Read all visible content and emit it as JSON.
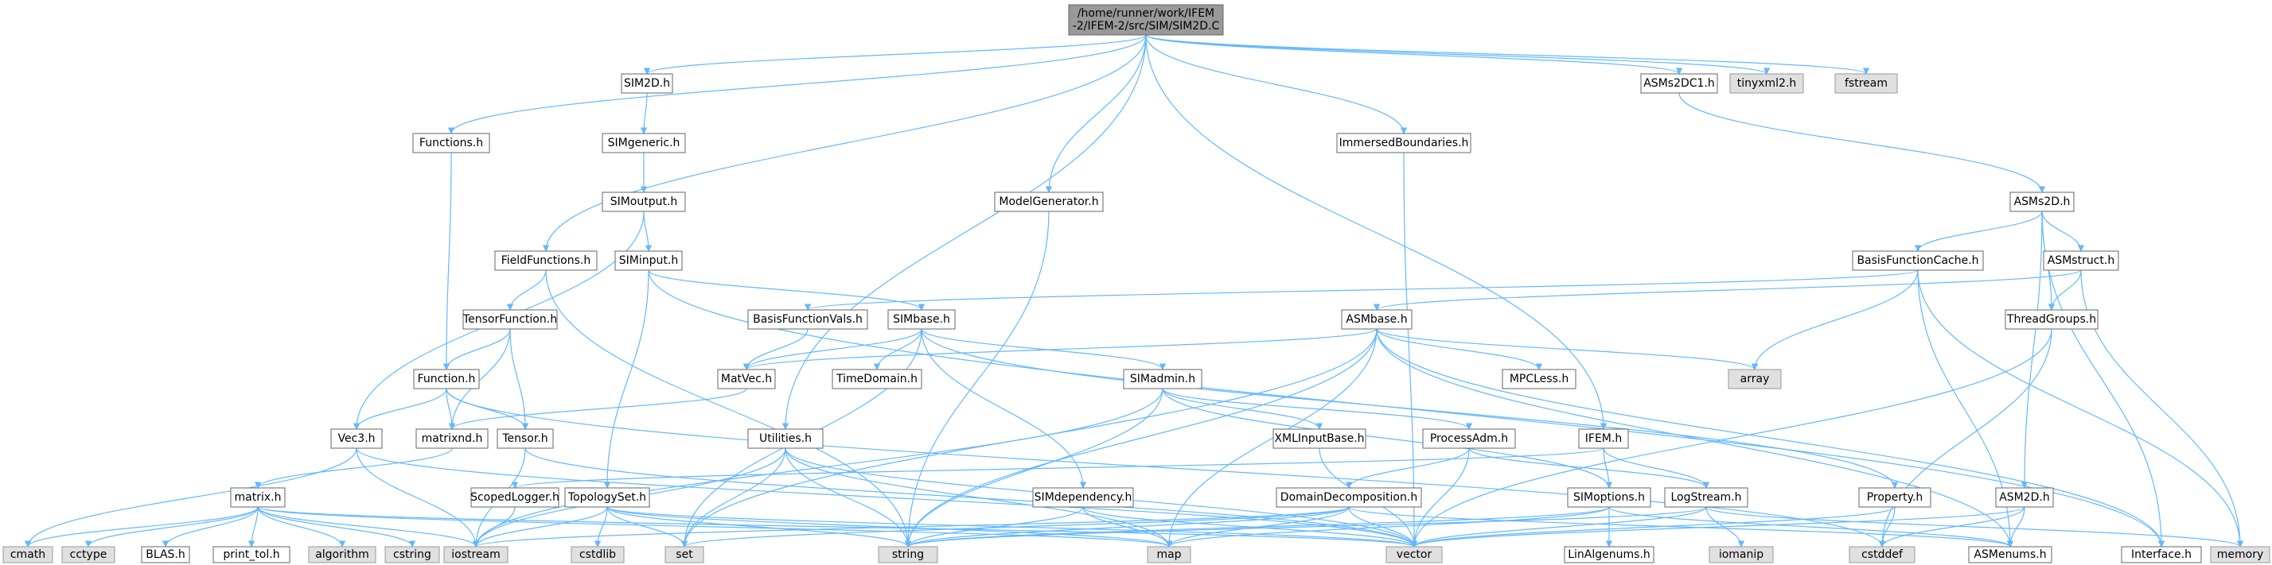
{
  "graph": {
    "nodes": [
      {
        "id": "root",
        "lines": [
          "/home/runner/work/IFEM",
          "-2/IFEM-2/src/SIM/SIM2D.C"
        ],
        "kind": "root"
      },
      {
        "id": "functions_h",
        "lines": [
          "Functions.h"
        ],
        "kind": "normal"
      },
      {
        "id": "fieldfunctions_h",
        "lines": [
          "FieldFunctions.h"
        ],
        "kind": "normal"
      },
      {
        "id": "sim2d_h",
        "lines": [
          "SIM2D.h"
        ],
        "kind": "normal"
      },
      {
        "id": "simgeneric_h",
        "lines": [
          "SIMgeneric.h"
        ],
        "kind": "normal"
      },
      {
        "id": "simoutput_h",
        "lines": [
          "SIMoutput.h"
        ],
        "kind": "normal"
      },
      {
        "id": "siminput_h",
        "lines": [
          "SIMinput.h"
        ],
        "kind": "normal"
      },
      {
        "id": "tensorfunction_h",
        "lines": [
          "TensorFunction.h"
        ],
        "kind": "normal"
      },
      {
        "id": "function_h",
        "lines": [
          "Function.h"
        ],
        "kind": "normal"
      },
      {
        "id": "vec3_h",
        "lines": [
          "Vec3.h"
        ],
        "kind": "normal"
      },
      {
        "id": "matrixnd_h",
        "lines": [
          "matrixnd.h"
        ],
        "kind": "normal"
      },
      {
        "id": "tensor_h",
        "lines": [
          "Tensor.h"
        ],
        "kind": "normal"
      },
      {
        "id": "matrix_h",
        "lines": [
          "matrix.h"
        ],
        "kind": "normal"
      },
      {
        "id": "utilities_h",
        "lines": [
          "Utilities.h"
        ],
        "kind": "normal"
      },
      {
        "id": "modelgenerator_h",
        "lines": [
          "ModelGenerator.h"
        ],
        "kind": "normal"
      },
      {
        "id": "immersedboundaries_h",
        "lines": [
          "ImmersedBoundaries.h"
        ],
        "kind": "normal"
      },
      {
        "id": "basisfunctionvals_h",
        "lines": [
          "BasisFunctionVals.h"
        ],
        "kind": "normal"
      },
      {
        "id": "simbase_h",
        "lines": [
          "SIMbase.h"
        ],
        "kind": "normal"
      },
      {
        "id": "matvec_h",
        "lines": [
          "MatVec.h"
        ],
        "kind": "normal"
      },
      {
        "id": "timedomain_h",
        "lines": [
          "TimeDomain.h"
        ],
        "kind": "normal"
      },
      {
        "id": "simadmin_h",
        "lines": [
          "SIMadmin.h"
        ],
        "kind": "normal"
      },
      {
        "id": "asmbase_h",
        "lines": [
          "ASMbase.h"
        ],
        "kind": "normal"
      },
      {
        "id": "mpcless_h",
        "lines": [
          "MPCLess.h"
        ],
        "kind": "normal"
      },
      {
        "id": "xmlinputbase_h",
        "lines": [
          "XMLInputBase.h"
        ],
        "kind": "normal"
      },
      {
        "id": "processadm_h",
        "lines": [
          "ProcessAdm.h"
        ],
        "kind": "normal"
      },
      {
        "id": "ifem_h",
        "lines": [
          "IFEM.h"
        ],
        "kind": "normal"
      },
      {
        "id": "asms2dc1_h",
        "lines": [
          "ASMs2DC1.h"
        ],
        "kind": "normal"
      },
      {
        "id": "asms2d_h",
        "lines": [
          "ASMs2D.h"
        ],
        "kind": "normal"
      },
      {
        "id": "basisfunctioncache_h",
        "lines": [
          "BasisFunctionCache.h"
        ],
        "kind": "normal"
      },
      {
        "id": "asmstruct_h",
        "lines": [
          "ASMstruct.h"
        ],
        "kind": "normal"
      },
      {
        "id": "threadgroups_h",
        "lines": [
          "ThreadGroups.h"
        ],
        "kind": "normal"
      },
      {
        "id": "asm2d_h",
        "lines": [
          "ASM2D.h"
        ],
        "kind": "normal"
      },
      {
        "id": "scopedlogger_h",
        "lines": [
          "ScopedLogger.h"
        ],
        "kind": "normal"
      },
      {
        "id": "topologyset_h",
        "lines": [
          "TopologySet.h"
        ],
        "kind": "normal"
      },
      {
        "id": "simdependency_h",
        "lines": [
          "SIMdependency.h"
        ],
        "kind": "normal"
      },
      {
        "id": "domaindecomposition_h",
        "lines": [
          "DomainDecomposition.h"
        ],
        "kind": "normal"
      },
      {
        "id": "simoptions_h",
        "lines": [
          "SIMoptions.h"
        ],
        "kind": "normal"
      },
      {
        "id": "logstream_h",
        "lines": [
          "LogStream.h"
        ],
        "kind": "normal"
      },
      {
        "id": "property_h",
        "lines": [
          "Property.h"
        ],
        "kind": "normal"
      },
      {
        "id": "asmenums_h",
        "lines": [
          "ASMenums.h"
        ],
        "kind": "normal"
      },
      {
        "id": "interface_h",
        "lines": [
          "Interface.h"
        ],
        "kind": "normal"
      },
      {
        "id": "linalgenums_h",
        "lines": [
          "LinAlgenums.h"
        ],
        "kind": "normal"
      },
      {
        "id": "blas_h",
        "lines": [
          "BLAS.h"
        ],
        "kind": "normal"
      },
      {
        "id": "print_tol_h",
        "lines": [
          "print_tol.h"
        ],
        "kind": "normal"
      },
      {
        "id": "tinyxml2_h",
        "lines": [
          "tinyxml2.h"
        ],
        "kind": "system"
      },
      {
        "id": "fstream",
        "lines": [
          "fstream"
        ],
        "kind": "system"
      },
      {
        "id": "array",
        "lines": [
          "array"
        ],
        "kind": "system"
      },
      {
        "id": "cmath",
        "lines": [
          "cmath"
        ],
        "kind": "system"
      },
      {
        "id": "cctype",
        "lines": [
          "cctype"
        ],
        "kind": "system"
      },
      {
        "id": "algorithm",
        "lines": [
          "algorithm"
        ],
        "kind": "system"
      },
      {
        "id": "cstring",
        "lines": [
          "cstring"
        ],
        "kind": "system"
      },
      {
        "id": "iostream",
        "lines": [
          "iostream"
        ],
        "kind": "system"
      },
      {
        "id": "cstdlib",
        "lines": [
          "cstdlib"
        ],
        "kind": "system"
      },
      {
        "id": "set",
        "lines": [
          "set"
        ],
        "kind": "system"
      },
      {
        "id": "string",
        "lines": [
          "string"
        ],
        "kind": "system"
      },
      {
        "id": "map",
        "lines": [
          "map"
        ],
        "kind": "system"
      },
      {
        "id": "vector",
        "lines": [
          "vector"
        ],
        "kind": "system"
      },
      {
        "id": "linalg_iomanip",
        "lines": [
          "iomanip"
        ],
        "kind": "system"
      },
      {
        "id": "cstddef",
        "lines": [
          "cstddef"
        ],
        "kind": "system"
      },
      {
        "id": "memory",
        "lines": [
          "memory"
        ],
        "kind": "system"
      }
    ],
    "edges": [
      [
        "root",
        "functions_h"
      ],
      [
        "root",
        "fieldfunctions_h"
      ],
      [
        "root",
        "sim2d_h"
      ],
      [
        "root",
        "utilities_h"
      ],
      [
        "root",
        "modelgenerator_h"
      ],
      [
        "root",
        "immersedboundaries_h"
      ],
      [
        "root",
        "ifem_h"
      ],
      [
        "root",
        "asms2dc1_h"
      ],
      [
        "root",
        "tinyxml2_h"
      ],
      [
        "root",
        "fstream"
      ],
      [
        "functions_h",
        "function_h"
      ],
      [
        "fieldfunctions_h",
        "tensorfunction_h"
      ],
      [
        "fieldfunctions_h",
        "string"
      ],
      [
        "sim2d_h",
        "simgeneric_h"
      ],
      [
        "simgeneric_h",
        "simoutput_h"
      ],
      [
        "simoutput_h",
        "siminput_h"
      ],
      [
        "simoutput_h",
        "vec3_h"
      ],
      [
        "siminput_h",
        "simbase_h"
      ],
      [
        "siminput_h",
        "topologyset_h"
      ],
      [
        "siminput_h",
        "interface_h"
      ],
      [
        "tensorfunction_h",
        "function_h"
      ],
      [
        "tensorfunction_h",
        "tensor_h"
      ],
      [
        "tensorfunction_h",
        "matrixnd_h"
      ],
      [
        "function_h",
        "vec3_h"
      ],
      [
        "function_h",
        "matrixnd_h"
      ],
      [
        "function_h",
        "tensor_h"
      ],
      [
        "function_h",
        "cstddef"
      ],
      [
        "vec3_h",
        "cmath"
      ],
      [
        "vec3_h",
        "iostream"
      ],
      [
        "vec3_h",
        "vector"
      ],
      [
        "matrixnd_h",
        "matrix_h"
      ],
      [
        "tensor_h",
        "iostream"
      ],
      [
        "tensor_h",
        "vector"
      ],
      [
        "matrix_h",
        "cmath"
      ],
      [
        "matrix_h",
        "cctype"
      ],
      [
        "matrix_h",
        "blas_h"
      ],
      [
        "matrix_h",
        "print_tol_h"
      ],
      [
        "matrix_h",
        "algorithm"
      ],
      [
        "matrix_h",
        "cstring"
      ],
      [
        "matrix_h",
        "iostream"
      ],
      [
        "matrix_h",
        "vector"
      ],
      [
        "matrix_h",
        "map"
      ],
      [
        "utilities_h",
        "set"
      ],
      [
        "utilities_h",
        "string"
      ],
      [
        "utilities_h",
        "map"
      ],
      [
        "utilities_h",
        "vector"
      ],
      [
        "utilities_h",
        "iostream"
      ],
      [
        "modelgenerator_h",
        "string"
      ],
      [
        "immersedboundaries_h",
        "vector"
      ],
      [
        "basisfunctionvals_h",
        "matvec_h"
      ],
      [
        "simbase_h",
        "matvec_h"
      ],
      [
        "simbase_h",
        "timedomain_h"
      ],
      [
        "simbase_h",
        "simadmin_h"
      ],
      [
        "simbase_h",
        "simdependency_h"
      ],
      [
        "simbase_h",
        "property_h"
      ],
      [
        "simbase_h",
        "set"
      ],
      [
        "matvec_h",
        "matrixnd_h"
      ],
      [
        "simadmin_h",
        "xmlinputbase_h"
      ],
      [
        "simadmin_h",
        "processadm_h"
      ],
      [
        "simadmin_h",
        "simoptions_h"
      ],
      [
        "simadmin_h",
        "string"
      ],
      [
        "simadmin_h",
        "iostream"
      ],
      [
        "asmbase_h",
        "matvec_h"
      ],
      [
        "asmbase_h",
        "mpcless_h"
      ],
      [
        "asmbase_h",
        "array"
      ],
      [
        "asmbase_h",
        "asmenums_h"
      ],
      [
        "asmbase_h",
        "set"
      ],
      [
        "asmbase_h",
        "map"
      ],
      [
        "asmbase_h",
        "string"
      ],
      [
        "asmbase_h",
        "interface_h"
      ],
      [
        "xmlinputbase_h",
        "vector"
      ],
      [
        "processadm_h",
        "domaindecomposition_h"
      ],
      [
        "processadm_h",
        "logstream_h"
      ],
      [
        "processadm_h",
        "vector"
      ],
      [
        "ifem_h",
        "simoptions_h"
      ],
      [
        "ifem_h",
        "logstream_h"
      ],
      [
        "ifem_h",
        "scopedlogger_h"
      ],
      [
        "asms2dc1_h",
        "asms2d_h"
      ],
      [
        "asms2d_h",
        "basisfunctioncache_h"
      ],
      [
        "asms2d_h",
        "asmstruct_h"
      ],
      [
        "asms2d_h",
        "threadgroups_h"
      ],
      [
        "asms2d_h",
        "asm2d_h"
      ],
      [
        "asms2d_h",
        "interface_h"
      ],
      [
        "basisfunctioncache_h",
        "basisfunctionvals_h"
      ],
      [
        "basisfunctioncache_h",
        "array"
      ],
      [
        "basisfunctioncache_h",
        "asmenums_h"
      ],
      [
        "basisfunctioncache_h",
        "memory"
      ],
      [
        "asmstruct_h",
        "asmbase_h"
      ],
      [
        "asmstruct_h",
        "threadgroups_h"
      ],
      [
        "asmstruct_h",
        "memory"
      ],
      [
        "threadgroups_h",
        "vector"
      ],
      [
        "threadgroups_h",
        "cstddef"
      ],
      [
        "asm2d_h",
        "asmenums_h"
      ],
      [
        "asm2d_h",
        "cstddef"
      ],
      [
        "asm2d_h",
        "vector"
      ],
      [
        "scopedlogger_h",
        "iostream"
      ],
      [
        "topologyset_h",
        "iostream"
      ],
      [
        "topologyset_h",
        "cstdlib"
      ],
      [
        "topologyset_h",
        "set"
      ],
      [
        "topologyset_h",
        "string"
      ],
      [
        "topologyset_h",
        "map"
      ],
      [
        "topologyset_h",
        "vector"
      ],
      [
        "simdependency_h",
        "string"
      ],
      [
        "simdependency_h",
        "map"
      ],
      [
        "simdependency_h",
        "vector"
      ],
      [
        "domaindecomposition_h",
        "iostream"
      ],
      [
        "domaindecomposition_h",
        "set"
      ],
      [
        "domaindecomposition_h",
        "map"
      ],
      [
        "domaindecomposition_h",
        "vector"
      ],
      [
        "domaindecomposition_h",
        "string"
      ],
      [
        "domaindecomposition_h",
        "asmenums_h"
      ],
      [
        "simoptions_h",
        "linalgenums_h"
      ],
      [
        "simoptions_h",
        "map"
      ],
      [
        "simoptions_h",
        "string"
      ],
      [
        "simoptions_h",
        "asmenums_h"
      ],
      [
        "logstream_h",
        "linalg_iomanip"
      ],
      [
        "logstream_h",
        "memory"
      ],
      [
        "logstream_h",
        "vector"
      ],
      [
        "logstream_h",
        "string"
      ],
      [
        "property_h",
        "cstddef"
      ],
      [
        "property_h",
        "vector"
      ]
    ]
  }
}
